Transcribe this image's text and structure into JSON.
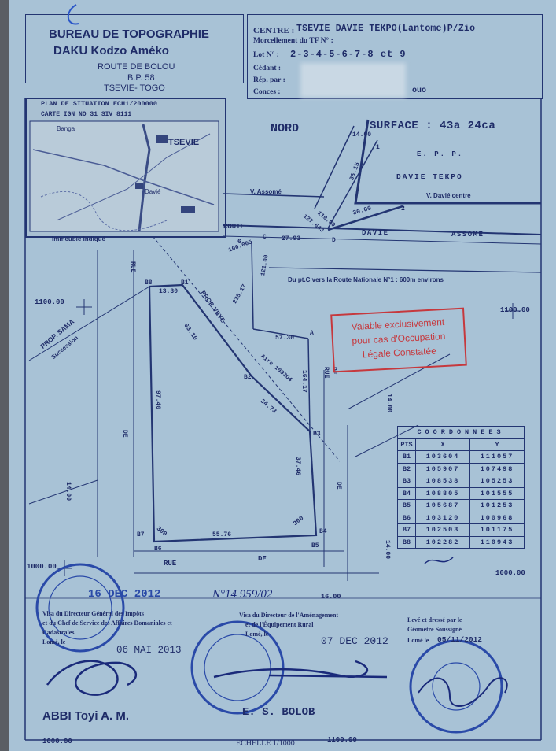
{
  "header": {
    "office_line1": "BUREAU DE TOPOGRAPHIE",
    "office_line2": "DAKU Kodzo Améko",
    "address1": "ROUTE DE BOLOU",
    "address2": "B.P. 58",
    "address3": "TSEVIE- TOGO",
    "fields": {
      "centre_label": "CENTRE :",
      "centre_value": "TSEVIE DAVIE TEKPO(Lantome)P/Zio",
      "morcellement_label": "Morcellement du TF N° :",
      "lot_label": "Lot N° :",
      "lot_value": "2-3-4-5-6-7-8 et 9",
      "cedant_label": "Cédant :",
      "rep_label": "Rép. par :",
      "conces_label": "Conces :",
      "conces_tail": "ouo"
    }
  },
  "situation": {
    "title": "PLAN DE SITUATION ECH1/200000",
    "subtitle": "CARTE IGN NO 31 SIV 8111",
    "town": "TSEVIE",
    "town2": "Davié",
    "town3": "Banga"
  },
  "plan": {
    "nord": "NORD",
    "surface": "SURFACE : 43a 24ca",
    "epp": "E. P. P.",
    "davie_tekpo": "DAVIE TEKPO",
    "vers_assome": "V. Assomé",
    "vers_davie": "V. Davié centre",
    "route_label": "ROUTE",
    "davie": "DAVIE",
    "assome": "ASSOME",
    "immeuble": "Immeuble Indiqué",
    "du_pt": "Du pt.C vers la Route Nationale N°1 : 600m environs",
    "prop_sama": "PROP. SAMA",
    "prop_sama2": "Succession",
    "prop_veye": "PROP. VEYE",
    "rue": "RUE",
    "de": "DE",
    "de2": "DE",
    "de3": "DE",
    "de4": "DE",
    "rue_side": "RUE",
    "rue_side2": "RUE",
    "aire": "Aire 1093O4",
    "dims": {
      "d1100_left": "1100.00",
      "d1100_right": "1100.00",
      "d1000_left": "1000.00",
      "d1000_right": "1000.00",
      "d1000_bottom": "1000.00",
      "d1100_bottom": "1100.00",
      "c2793": "27.93",
      "d1400a": "14.00",
      "d1400b": "14.00",
      "d1400c": "14.00",
      "d1400d": "14.00",
      "d1600": "16.00",
      "b8b1": "13.30",
      "b1b2": "63.10",
      "b2b3": "34.73",
      "aa": "57.30",
      "b3b4": "37.46",
      "b4b5": "300",
      "b5b6": "55.76",
      "b6b7": "300",
      "b7b8": "97.40",
      "c_a": "164.17",
      "v1": "100.005",
      "v2": "235.17",
      "v3": "110.00",
      "v4": "121.00",
      "v5": "1100.00",
      "v6": "127.643",
      "v7": "30.00",
      "v8": "36.15"
    },
    "points": {
      "b1": "B1",
      "b2": "B2",
      "b3": "B3",
      "b4": "B4",
      "b5": "B5",
      "b6": "B6",
      "b7": "B7",
      "b8": "B8",
      "a": "A",
      "c": "C",
      "d": "D",
      "p1": "1",
      "p2": "2",
      "p6": "6"
    }
  },
  "red_stamp": {
    "line1": "Valable exclusivement",
    "line2": "pour cas d'Occupation",
    "line3": "Légale Constatée"
  },
  "coords": {
    "title": "COORDONNEES",
    "headers": [
      "PTS",
      "X",
      "Y"
    ],
    "rows": [
      [
        "B1",
        "103604",
        "111057"
      ],
      [
        "B2",
        "105907",
        "107498"
      ],
      [
        "B3",
        "108538",
        "105253"
      ],
      [
        "B4",
        "108805",
        "101555"
      ],
      [
        "B5",
        "105687",
        "101253"
      ],
      [
        "B6",
        "103120",
        "100968"
      ],
      [
        "B7",
        "102503",
        "101175"
      ],
      [
        "B8",
        "102282",
        "110943"
      ]
    ]
  },
  "footer": {
    "date_stamp": "16 DEC 2012",
    "handwritten_no": "N°14 959/02",
    "dg_line1": "Visa du Directeur Général des Impôts",
    "dg_line2": "et du Chef de Service des Affaires Domaniales et",
    "dg_line3": "Cadastrales",
    "dg_line4": "Lomé, le",
    "dg_date": "06 MAI 2013",
    "dir_line1": "Visa du Directeur de l'Aménagement",
    "dir_line2": "et de l'Équipement Rural",
    "dir_line3": "Lomé, le",
    "dir_date": "07 DEC 2012",
    "geo_line1": "Levé et dressé par le",
    "geo_line2": "Géomètre Soussigné",
    "geo_line3": "Lomé le",
    "geo_date": "05/11/2012",
    "sign1": "ABBI Toyi A. M.",
    "sign2": "E. S. BOLOB",
    "echelle": "ECHELLE 1/1000"
  },
  "colors": {
    "paper": "#a8c2d6",
    "ink": "#1f2c68",
    "stamp_blue": "#2a4aa8",
    "stamp_red": "#c6383d"
  }
}
